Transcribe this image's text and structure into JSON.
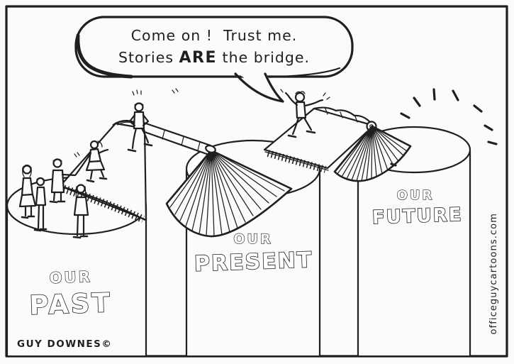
{
  "colors": {
    "paper": "#fbfbf9",
    "ink": "#1f1f1d"
  },
  "speech_bubble": {
    "line1": "Come on !  Trust me.",
    "line2_pre": "Stories ",
    "line2_emph": "ARE",
    "line2_post": " the bridge."
  },
  "pillars": {
    "past": {
      "word1": "OUR",
      "word2": "PAST"
    },
    "present": {
      "word1": "OUR",
      "word2": "PRESENT"
    },
    "future": {
      "word1": "OUR",
      "word2": "FUTURE"
    }
  },
  "credits": {
    "signature": "GUY DOWNES©",
    "website": "officeguycartoons.com"
  }
}
